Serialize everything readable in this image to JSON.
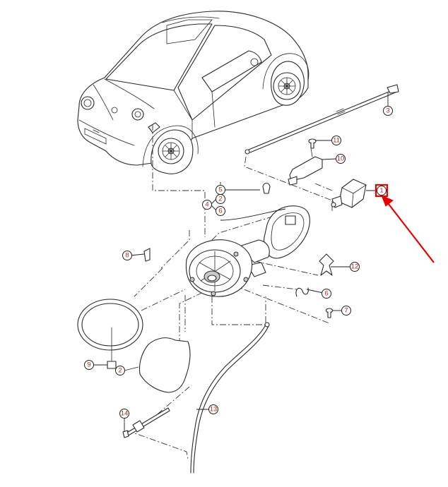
{
  "callouts": [
    {
      "id": "c1",
      "label": "1"
    },
    {
      "id": "c2",
      "label": "2"
    },
    {
      "id": "c2b",
      "label": "2"
    },
    {
      "id": "c3",
      "label": "3"
    },
    {
      "id": "c4",
      "label": "4"
    },
    {
      "id": "c5",
      "label": "5"
    },
    {
      "id": "c6",
      "label": "6"
    },
    {
      "id": "c6b",
      "label": "6"
    },
    {
      "id": "c7",
      "label": "7"
    },
    {
      "id": "c8",
      "label": "8"
    },
    {
      "id": "c9",
      "label": "9"
    },
    {
      "id": "c10",
      "label": "10"
    },
    {
      "id": "c11",
      "label": "11"
    },
    {
      "id": "c12",
      "label": "12"
    },
    {
      "id": "c13",
      "label": "13"
    },
    {
      "id": "c14",
      "label": "14"
    }
  ],
  "highlight": {
    "callout": "1",
    "color": "#e60000"
  },
  "label_color": "#b0301c"
}
